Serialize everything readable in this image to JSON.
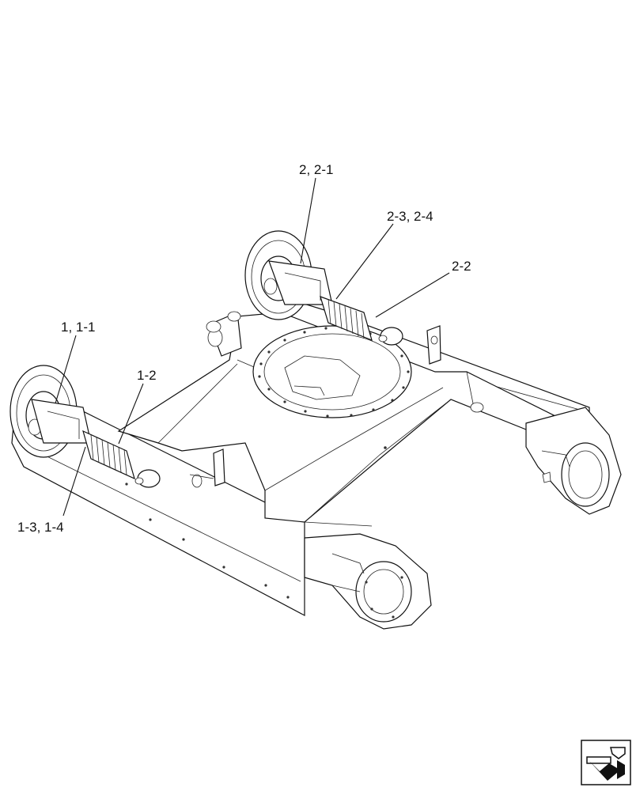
{
  "callouts": {
    "c1": "2, 2-1",
    "c2": "2-3, 2-4",
    "c3": "2-2",
    "c4": "1, 1-1",
    "c5": "1-2",
    "c6": "1-3, 1-4"
  },
  "nav_icon": "next-page-icon"
}
